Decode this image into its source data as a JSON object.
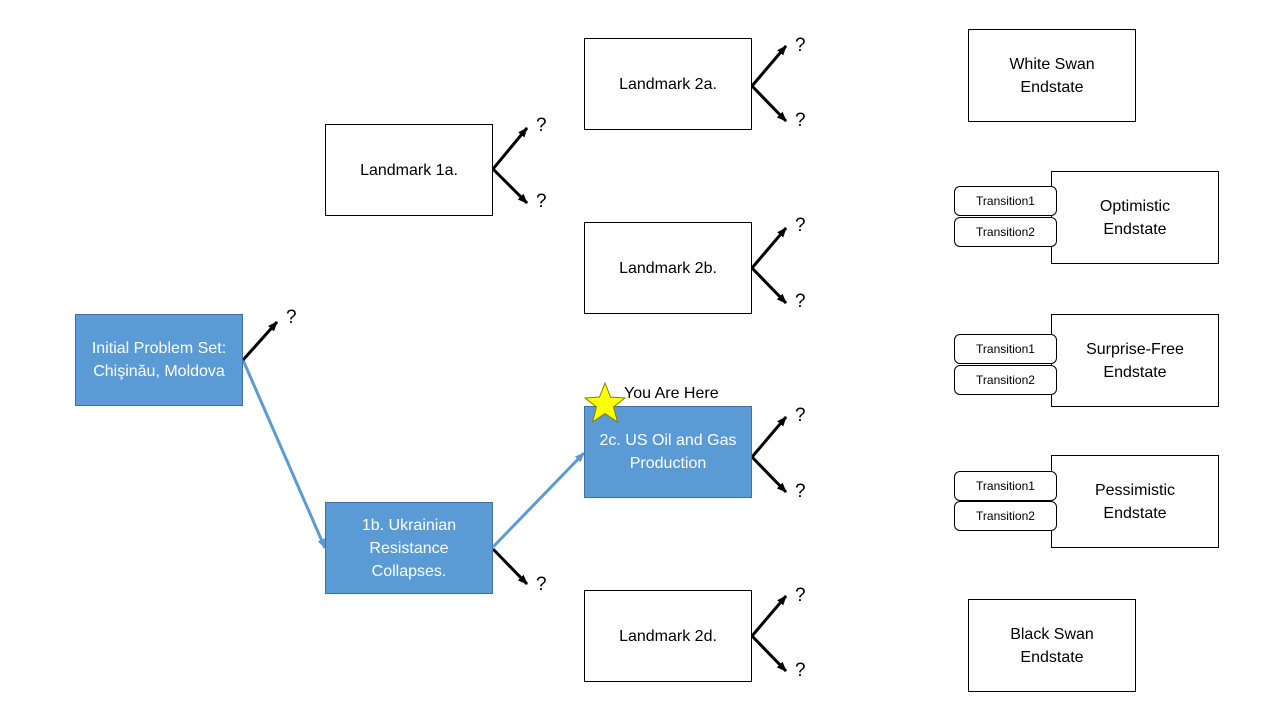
{
  "nodes": {
    "initial": "Initial Problem Set: Chişinău, Moldova",
    "landmark_1a": "Landmark 1a.",
    "landmark_1b": "1b. Ukrainian Resistance Collapses.",
    "landmark_2a": "Landmark 2a.",
    "landmark_2b": "Landmark 2b.",
    "landmark_2c": "2c. US Oil and Gas Production",
    "landmark_2d": "Landmark 2d."
  },
  "endstates": {
    "white_swan": "White Swan Endstate",
    "optimistic": "Optimistic Endstate",
    "surprise_free": "Surprise-Free Endstate",
    "pessimistic": "Pessimistic Endstate",
    "black_swan": "Black Swan Endstate"
  },
  "transitions": {
    "t1": "Transition1",
    "t2": "Transition2"
  },
  "unknown_marker": "?",
  "you_are_here": "You Are Here",
  "colors": {
    "highlight_fill": "#5b9bd5",
    "highlight_path": "#5b9bd5",
    "star": "#ffff00",
    "line": "#000000"
  }
}
